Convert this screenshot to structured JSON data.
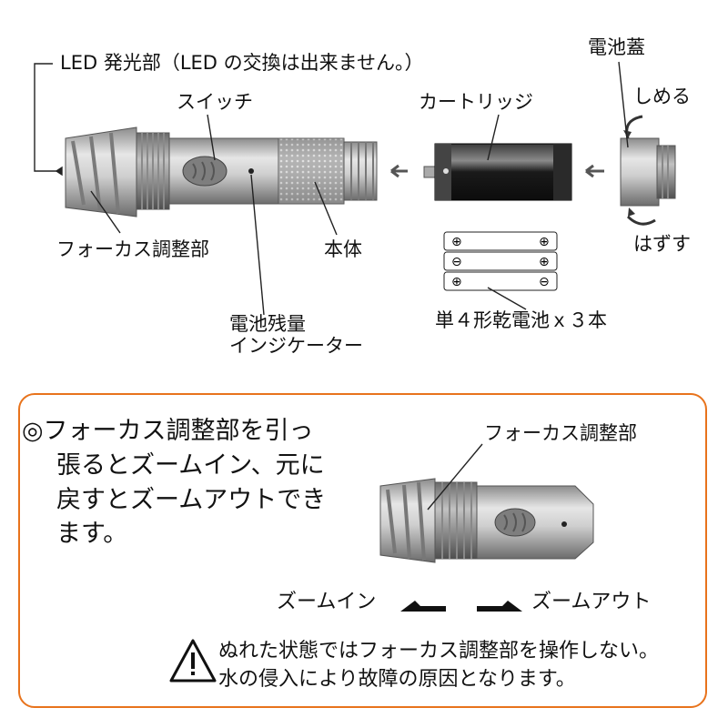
{
  "top": {
    "led_label": "LED 発光部（LED の交換は出来ません。）",
    "switch_label": "スイッチ",
    "cartridge_label": "カートリッジ",
    "battery_cap_label": "電池蓋",
    "tighten_label": "しめる",
    "remove_label": "はずす",
    "focus_label": "フォーカス調整部",
    "body_label": "本体",
    "battery_indicator_label_line1": "電池残量",
    "battery_indicator_label_line2": "インジケーター",
    "batteries_label": "単４形乾電池ｘ３本"
  },
  "bottom": {
    "focus_label": "フォーカス調整部",
    "description_line1": "◎フォーカス調整部を引っ",
    "description_line2": "張るとズームイン、元に",
    "description_line3": "戻すとズームアウトでき",
    "description_line4": "ます。",
    "zoom_in_label": "ズームイン",
    "zoom_out_label": "ズームアウト",
    "warning_line1": "ぬれた状態ではフォーカス調整部を操作しない。",
    "warning_line2": "水の侵入により故障の原因となります。"
  },
  "colors": {
    "border": "#e8731c",
    "metal": "#b7b7b7",
    "dark_metal": "#6e6e6e",
    "battery": "#1a1a1a"
  }
}
